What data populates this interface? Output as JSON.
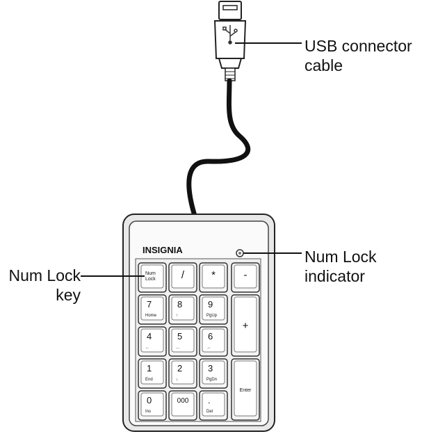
{
  "labels": {
    "usb_line1": "USB connector",
    "usb_line2": "cable",
    "indicator_line1": "Num Lock",
    "indicator_line2": "indicator",
    "numlock_line1": "Num Lock",
    "numlock_line2": "key"
  },
  "brand": "INSIGNIA",
  "keys": [
    {
      "id": "numlock",
      "main": "Num",
      "sub": "Lock"
    },
    {
      "id": "divide",
      "main": "/",
      "sub": ""
    },
    {
      "id": "multiply",
      "main": "*",
      "sub": ""
    },
    {
      "id": "minus",
      "main": "-",
      "sub": ""
    },
    {
      "id": "7",
      "main": "7",
      "sub": "Home"
    },
    {
      "id": "8",
      "main": "8",
      "sub": "↑"
    },
    {
      "id": "9",
      "main": "9",
      "sub": "PgUp"
    },
    {
      "id": "plus",
      "main": "+",
      "sub": ""
    },
    {
      "id": "4",
      "main": "4",
      "sub": "←"
    },
    {
      "id": "5",
      "main": "5",
      "sub": "..."
    },
    {
      "id": "6",
      "main": "6",
      "sub": "→"
    },
    {
      "id": "1",
      "main": "1",
      "sub": "End"
    },
    {
      "id": "2",
      "main": "2",
      "sub": "↓"
    },
    {
      "id": "3",
      "main": "3",
      "sub": "PgDn"
    },
    {
      "id": "enter",
      "main": "Enter",
      "sub": ""
    },
    {
      "id": "0",
      "main": "0",
      "sub": "Ins"
    },
    {
      "id": "000",
      "main": "000",
      "sub": ""
    },
    {
      "id": "decimal",
      "main": ".",
      "sub": "Del"
    }
  ]
}
